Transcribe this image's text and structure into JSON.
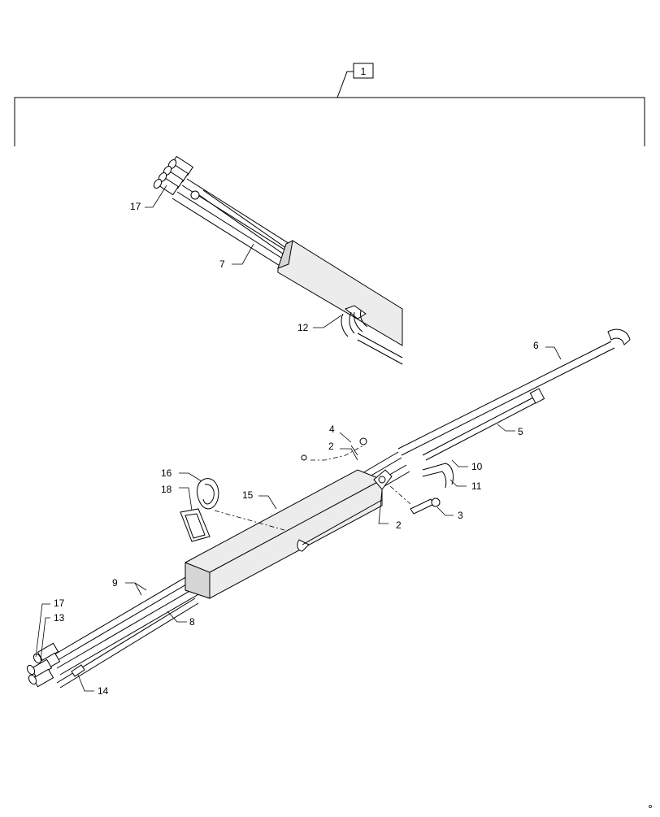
{
  "callouts": {
    "assembly": "1",
    "c2a": "2",
    "c2b": "2",
    "c3": "3",
    "c4": "4",
    "c5": "5",
    "c6": "6",
    "c7": "7",
    "c8": "8",
    "c9": "9",
    "c10": "10",
    "c11": "11",
    "c12": "12",
    "c13": "13",
    "c14": "14",
    "c15": "15",
    "c16": "16",
    "c17a": "17",
    "c17b": "17",
    "c18": "18"
  }
}
